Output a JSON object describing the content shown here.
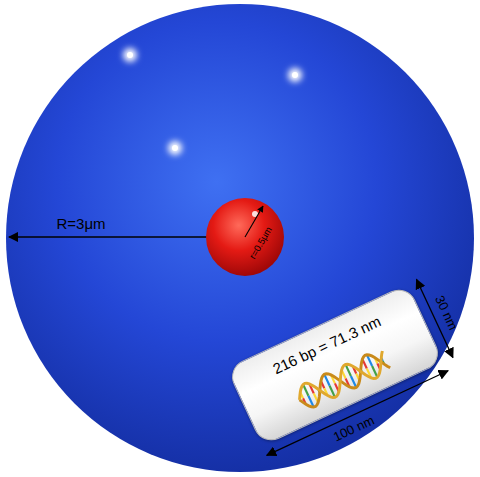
{
  "diagram": {
    "nodes": [
      {
        "text": [
          "R=3μm"
        ]
      },
      {
        "text": [
          "r=0.5μm"
        ],
        "in": 0
      },
      {
        "text": [
          "216 bp = 71.3 nm"
        ],
        "in": 0
      }
    ],
    "labels": [
      "100 nm",
      "30 nm"
    ]
  }
}
